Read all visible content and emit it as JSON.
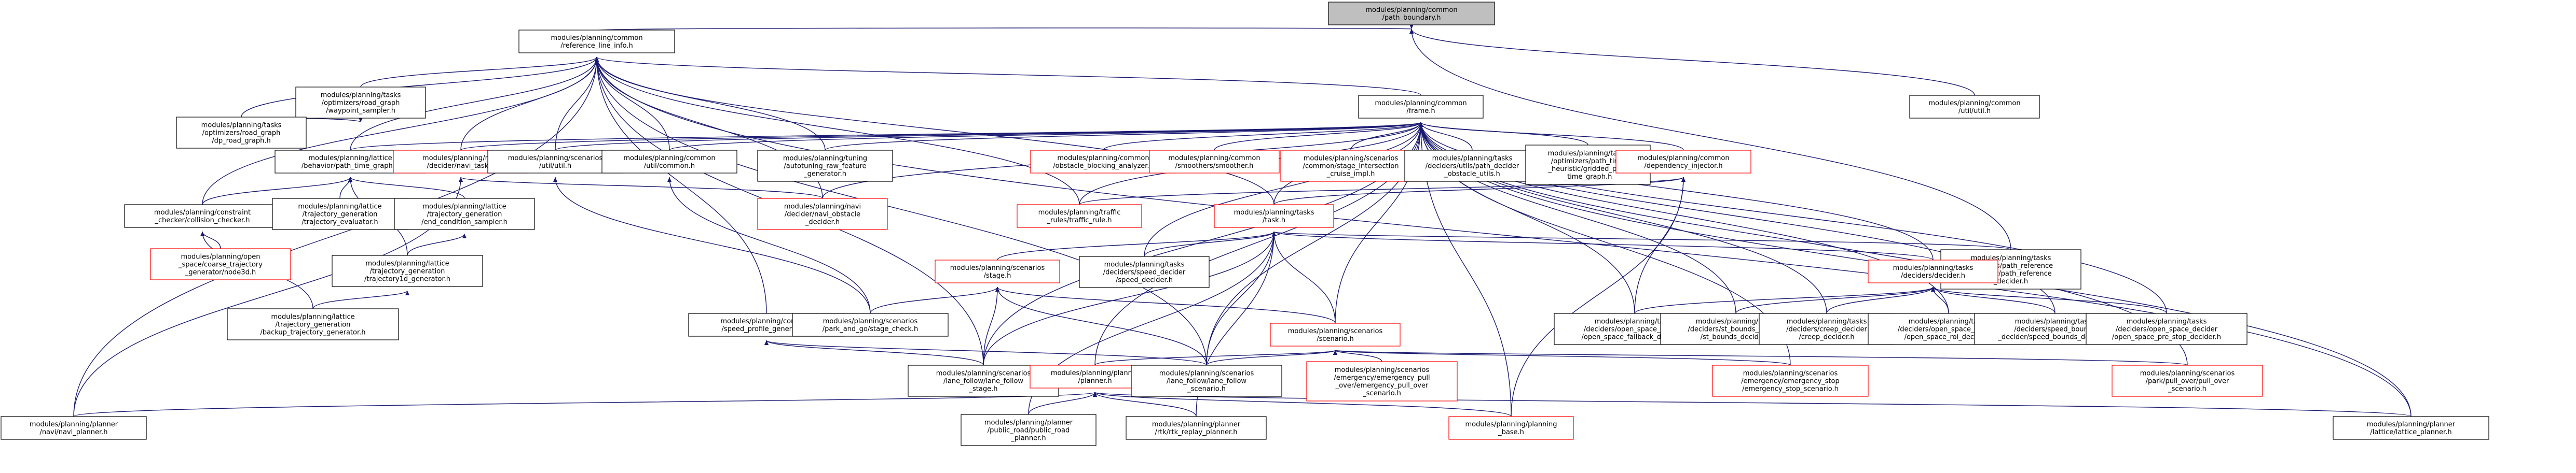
{
  "colors": {
    "edge": "#191970",
    "node_border_normal": "#000000",
    "node_border_red": "#ff0000",
    "node_fill_root": "#bfbfbf",
    "node_fill": "#ffffff",
    "text": "#000000"
  },
  "nodes": [
    {
      "id": "n_root",
      "lines": [
        "modules/planning/common",
        "/path_boundary.h"
      ],
      "style": "root"
    },
    {
      "id": "n_rli",
      "lines": [
        "modules/planning/common",
        "/reference_line_info.h"
      ],
      "style": "normal"
    },
    {
      "id": "n_frame",
      "lines": [
        "modules/planning/common",
        "/frame.h"
      ],
      "style": "normal"
    },
    {
      "id": "n_utilh",
      "lines": [
        "modules/planning/common",
        "/util/util.h"
      ],
      "style": "normal"
    },
    {
      "id": "n_wps",
      "lines": [
        "modules/planning/tasks",
        "/optimizers/road_graph",
        "/waypoint_sampler.h"
      ],
      "style": "normal"
    },
    {
      "id": "n_dpg",
      "lines": [
        "modules/planning/tasks",
        "/optimizers/road_graph",
        "/dp_road_graph.h"
      ],
      "style": "normal"
    },
    {
      "id": "n_lattice_btg",
      "lines": [
        "modules/planning/lattice",
        "/behavior/path_time_graph.h"
      ],
      "style": "normal"
    },
    {
      "id": "n_navi_task",
      "lines": [
        "modules/planning/navi",
        "/decider/navi_task.h"
      ],
      "style": "red"
    },
    {
      "id": "n_scen_util",
      "lines": [
        "modules/planning/scenarios",
        "/util/util.h"
      ],
      "style": "normal"
    },
    {
      "id": "n_common_util",
      "lines": [
        "modules/planning/common",
        "/util/common.h"
      ],
      "style": "normal"
    },
    {
      "id": "n_autotune",
      "lines": [
        "modules/planning/tuning",
        "/autotuning_raw_feature",
        "_generator.h"
      ],
      "style": "normal"
    },
    {
      "id": "n_obs_block",
      "lines": [
        "modules/planning/common",
        "/obstacle_blocking_analyzer.h"
      ],
      "style": "red"
    },
    {
      "id": "n_smoother",
      "lines": [
        "modules/planning/common",
        "/smoothers/smoother.h"
      ],
      "style": "red"
    },
    {
      "id": "n_stop_sign",
      "lines": [
        "modules/planning/scenarios",
        "/common/stage_intersection",
        "_cruise_impl.h"
      ],
      "style": "red"
    },
    {
      "id": "n_path_dec_obs",
      "lines": [
        "modules/planning/tasks",
        "/deciders/utils/path_decider",
        "_obstacle_utils.h"
      ],
      "style": "normal"
    },
    {
      "id": "n_grid_path",
      "lines": [
        "modules/planning/tasks",
        "/optimizers/path_time",
        "_heuristic/gridded_path",
        "_time_graph.h"
      ],
      "style": "normal"
    },
    {
      "id": "n_dep_injector",
      "lines": [
        "modules/planning/common",
        "/dependency_injector.h"
      ],
      "style": "red"
    },
    {
      "id": "n_collision",
      "lines": [
        "modules/planning/constraint",
        "_checker/collision_checker.h"
      ],
      "style": "normal"
    },
    {
      "id": "n_traj_eval",
      "lines": [
        "modules/planning/lattice",
        "/trajectory_generation",
        "/trajectory_evaluator.h"
      ],
      "style": "normal"
    },
    {
      "id": "n_end_cond",
      "lines": [
        "modules/planning/lattice",
        "/trajectory_generation",
        "/end_condition_sampler.h"
      ],
      "style": "normal"
    },
    {
      "id": "n_navi_obs",
      "lines": [
        "modules/planning/navi",
        "/decider/navi_obstacle",
        "_decider.h"
      ],
      "style": "red"
    },
    {
      "id": "n_traffic_rule",
      "lines": [
        "modules/planning/traffic",
        "_rules/traffic_rule.h"
      ],
      "style": "red"
    },
    {
      "id": "n_task",
      "lines": [
        "modules/planning/tasks",
        "/task.h"
      ],
      "style": "red"
    },
    {
      "id": "n_open_space_traj",
      "lines": [
        "modules/planning/open",
        "_space/coarse_trajectory",
        "_generator/node3d.h"
      ],
      "style": "red"
    },
    {
      "id": "n_traj1d",
      "lines": [
        "modules/planning/lattice",
        "/trajectory_generation",
        "/trajectory1d_generator.h"
      ],
      "style": "normal"
    },
    {
      "id": "n_stage",
      "lines": [
        "modules/planning/scenarios",
        "/stage.h"
      ],
      "style": "red"
    },
    {
      "id": "n_speed_decider",
      "lines": [
        "modules/planning/tasks",
        "/deciders/speed_decider",
        "/speed_decider.h"
      ],
      "style": "normal"
    },
    {
      "id": "n_path_ref",
      "lines": [
        "modules/planning/tasks",
        "/deciders/path_reference",
        "_decider/path_reference",
        "_decider.h"
      ],
      "style": "normal"
    },
    {
      "id": "n_decider",
      "lines": [
        "modules/planning/tasks",
        "/deciders/decider.h"
      ],
      "style": "red"
    },
    {
      "id": "n_backup_traj",
      "lines": [
        "modules/planning/lattice",
        "/trajectory_generation",
        "/backup_trajectory_generator.h"
      ],
      "style": "normal"
    },
    {
      "id": "n_speed_profile",
      "lines": [
        "modules/planning/common",
        "/speed_profile_generator.h"
      ],
      "style": "normal"
    },
    {
      "id": "n_park_go",
      "lines": [
        "modules/planning/scenarios",
        "/park_and_go/stage_check.h"
      ],
      "style": "normal"
    },
    {
      "id": "n_scenario",
      "lines": [
        "modules/planning/scenarios",
        "/scenario.h"
      ],
      "style": "red"
    },
    {
      "id": "n_os_fallback",
      "lines": [
        "modules/planning/tasks",
        "/deciders/open_space_decider",
        "/open_space_fallback_decider.h"
      ],
      "style": "normal"
    },
    {
      "id": "n_st_bounds",
      "lines": [
        "modules/planning/tasks",
        "/deciders/st_bounds_decider",
        "/st_bounds_decider.h"
      ],
      "style": "normal"
    },
    {
      "id": "n_creep",
      "lines": [
        "modules/planning/tasks",
        "/deciders/creep_decider",
        "/creep_decider.h"
      ],
      "style": "normal"
    },
    {
      "id": "n_os_roi",
      "lines": [
        "modules/planning/tasks",
        "/deciders/open_space_decider",
        "/open_space_roi_decider.h"
      ],
      "style": "normal"
    },
    {
      "id": "n_speed_bounds",
      "lines": [
        "modules/planning/tasks",
        "/deciders/speed_bounds",
        "_decider/speed_bounds_decider.h"
      ],
      "style": "normal"
    },
    {
      "id": "n_os_prestop",
      "lines": [
        "modules/planning/tasks",
        "/deciders/open_space_decider",
        "/open_space_pre_stop_decider.h"
      ],
      "style": "normal"
    },
    {
      "id": "n_lf_stage",
      "lines": [
        "modules/planning/scenarios",
        "/lane_follow/lane_follow",
        "_stage.h"
      ],
      "style": "normal"
    },
    {
      "id": "n_planner",
      "lines": [
        "modules/planning/planner",
        "/planner.h"
      ],
      "style": "red"
    },
    {
      "id": "n_lf_scenario",
      "lines": [
        "modules/planning/scenarios",
        "/lane_follow/lane_follow",
        "_scenario.h"
      ],
      "style": "normal"
    },
    {
      "id": "n_emerg_pull",
      "lines": [
        "modules/planning/scenarios",
        "/emergency/emergency_pull",
        "_over/emergency_pull_over",
        "_scenario.h"
      ],
      "style": "red"
    },
    {
      "id": "n_emerg_stop",
      "lines": [
        "modules/planning/scenarios",
        "/emergency/emergency_stop",
        "/emergency_stop_scenario.h"
      ],
      "style": "red"
    },
    {
      "id": "n_pull_over",
      "lines": [
        "modules/planning/scenarios",
        "/park/pull_over/pull_over",
        "_scenario.h"
      ],
      "style": "red"
    },
    {
      "id": "n_navi_planner",
      "lines": [
        "modules/planning/planner",
        "/navi/navi_planner.h"
      ],
      "style": "normal"
    },
    {
      "id": "n_public_road",
      "lines": [
        "modules/planning/planner",
        "/public_road/public_road",
        "_planner.h"
      ],
      "style": "normal"
    },
    {
      "id": "n_rtk",
      "lines": [
        "modules/planning/planner",
        "/rtk/rtk_replay_planner.h"
      ],
      "style": "normal"
    },
    {
      "id": "n_pl_base",
      "lines": [
        "modules/planning/planning",
        "_base.h"
      ],
      "style": "red"
    },
    {
      "id": "n_lattice_planner",
      "lines": [
        "modules/planning/planner",
        "/lattice/lattice_planner.h"
      ],
      "style": "normal"
    }
  ]
}
